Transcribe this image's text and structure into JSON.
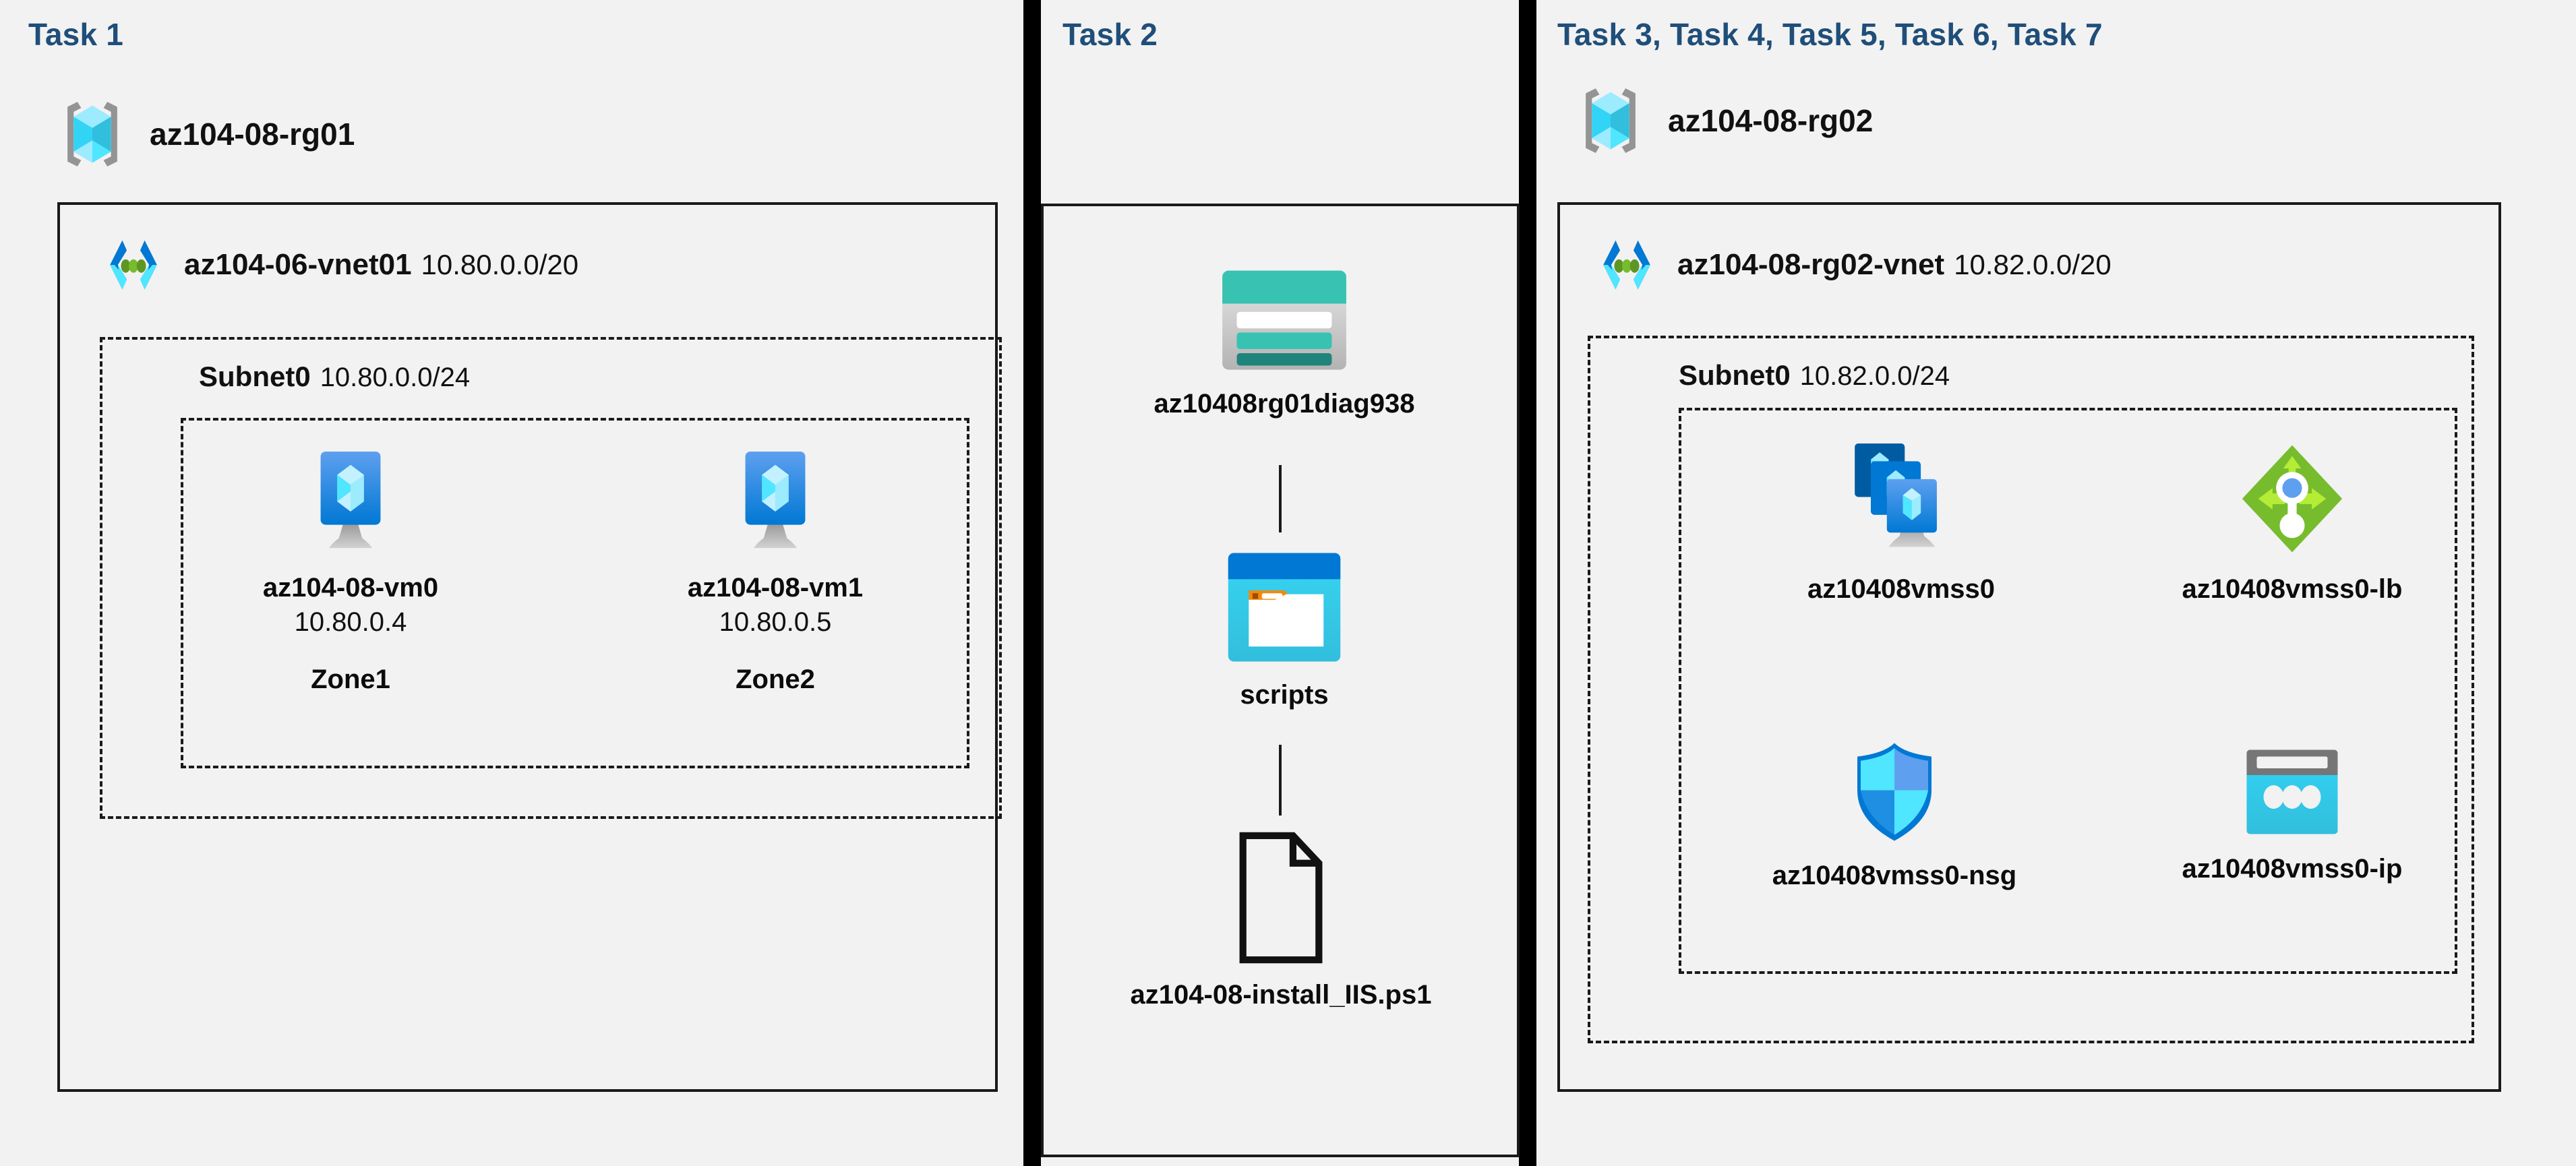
{
  "colors": {
    "background": "#f2f2f2",
    "task_header": "#1F4E79",
    "border": "#1a1a1a",
    "divider": "#000000",
    "azure_blue": "#0078D4",
    "cyan": "#32BEDD",
    "teal": "#2BB5A8",
    "green": "#76BC2D",
    "orange": "#F2890D"
  },
  "columns": [
    {
      "header": "Task 1"
    },
    {
      "header": "Task 2"
    },
    {
      "header": "Task 3, Task 4, Task 5, Task 6, Task 7"
    }
  ],
  "task1": {
    "resource_group": {
      "name": "az104-08-rg01",
      "icon": "resource-group-icon"
    },
    "vnet": {
      "name": "az104-06-vnet01",
      "cidr": "10.80.0.0/20",
      "icon": "virtual-network-icon"
    },
    "subnet": {
      "name": "Subnet0",
      "cidr": "10.80.0.0/24"
    },
    "vms": [
      {
        "name": "az104-08-vm0",
        "ip": "10.80.0.4",
        "zone": "Zone1",
        "icon": "virtual-machine-icon"
      },
      {
        "name": "az104-08-vm1",
        "ip": "10.80.0.5",
        "zone": "Zone2",
        "icon": "virtual-machine-icon"
      }
    ]
  },
  "task2": {
    "storage_account": {
      "name": "az10408rg01diag938",
      "icon": "storage-account-icon"
    },
    "container": {
      "name": "scripts",
      "icon": "blob-container-icon"
    },
    "file": {
      "name": "az104-08-install_IIS.ps1",
      "icon": "file-document-icon"
    }
  },
  "task3": {
    "resource_group": {
      "name": "az104-08-rg02",
      "icon": "resource-group-icon"
    },
    "vnet": {
      "name": "az104-08-rg02-vnet",
      "cidr": "10.82.0.0/20",
      "icon": "virtual-network-icon"
    },
    "subnet": {
      "name": "Subnet0",
      "cidr": "10.82.0.0/24"
    },
    "resources": [
      {
        "name": "az10408vmss0",
        "icon": "vm-scale-set-icon"
      },
      {
        "name": "az10408vmss0-lb",
        "icon": "load-balancer-icon"
      },
      {
        "name": "az10408vmss0-nsg",
        "icon": "network-security-group-icon"
      },
      {
        "name": "az10408vmss0-ip",
        "icon": "public-ip-address-icon"
      }
    ]
  }
}
